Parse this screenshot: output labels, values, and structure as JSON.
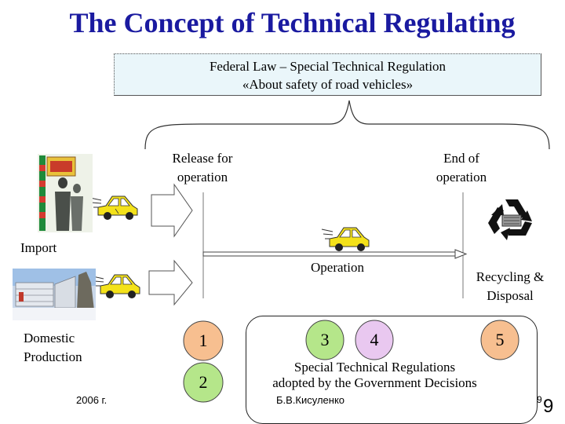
{
  "title": "The Concept of Technical Regulating",
  "law": {
    "line1": "Federal Law – Special Technical Regulation",
    "line2": "«About safety of road vehicles»"
  },
  "stages": {
    "release_line1": "Release for",
    "release_line2": "operation",
    "end_line1": "End of",
    "end_line2": "operation",
    "operation": "Operation",
    "recycling_line1": "Recycling &",
    "recycling_line2": "Disposal"
  },
  "sources": {
    "import": "Import",
    "domestic_line1": "Domestic",
    "domestic_line2": "Production"
  },
  "numbers": {
    "n1": "1",
    "n2": "2",
    "n3": "3",
    "n4": "4",
    "n5": "5"
  },
  "regulations": {
    "line1": "Special Technical Regulations",
    "line2": "adopted by the Government Decisions"
  },
  "footer": {
    "year": "2006 г.",
    "author": "Б.В.Кисуленко",
    "page_small": "9",
    "page_large": "9"
  },
  "colors": {
    "title": "#1a1aa0",
    "law_box": "#eaf6fa",
    "circle_red": "#f7bf90",
    "circle_green": "#b5e68a",
    "circle_violet": "#e9c8f0",
    "car": "#f4e21a"
  }
}
